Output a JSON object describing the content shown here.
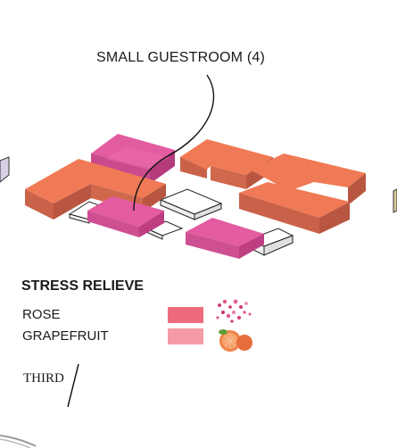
{
  "callout": {
    "label": "SMALL GUESTROOM (4)"
  },
  "legend": {
    "title": "STRESS RELIEVE",
    "items": [
      {
        "label": "ROSE",
        "color": "#ee6b7d",
        "icon": "rose-petals-icon"
      },
      {
        "label": "GRAPEFRUIT",
        "color": "#f79aa8",
        "icon": "grapefruit-icon"
      }
    ]
  },
  "floor": {
    "label": "THIRD"
  },
  "colors": {
    "orange_top": "#f07a55",
    "orange_side": "#c45e47",
    "pink_top": "#e35ba0",
    "pink_side": "#bf3e82",
    "white_top": "#ffffff",
    "outline": "#222222"
  }
}
